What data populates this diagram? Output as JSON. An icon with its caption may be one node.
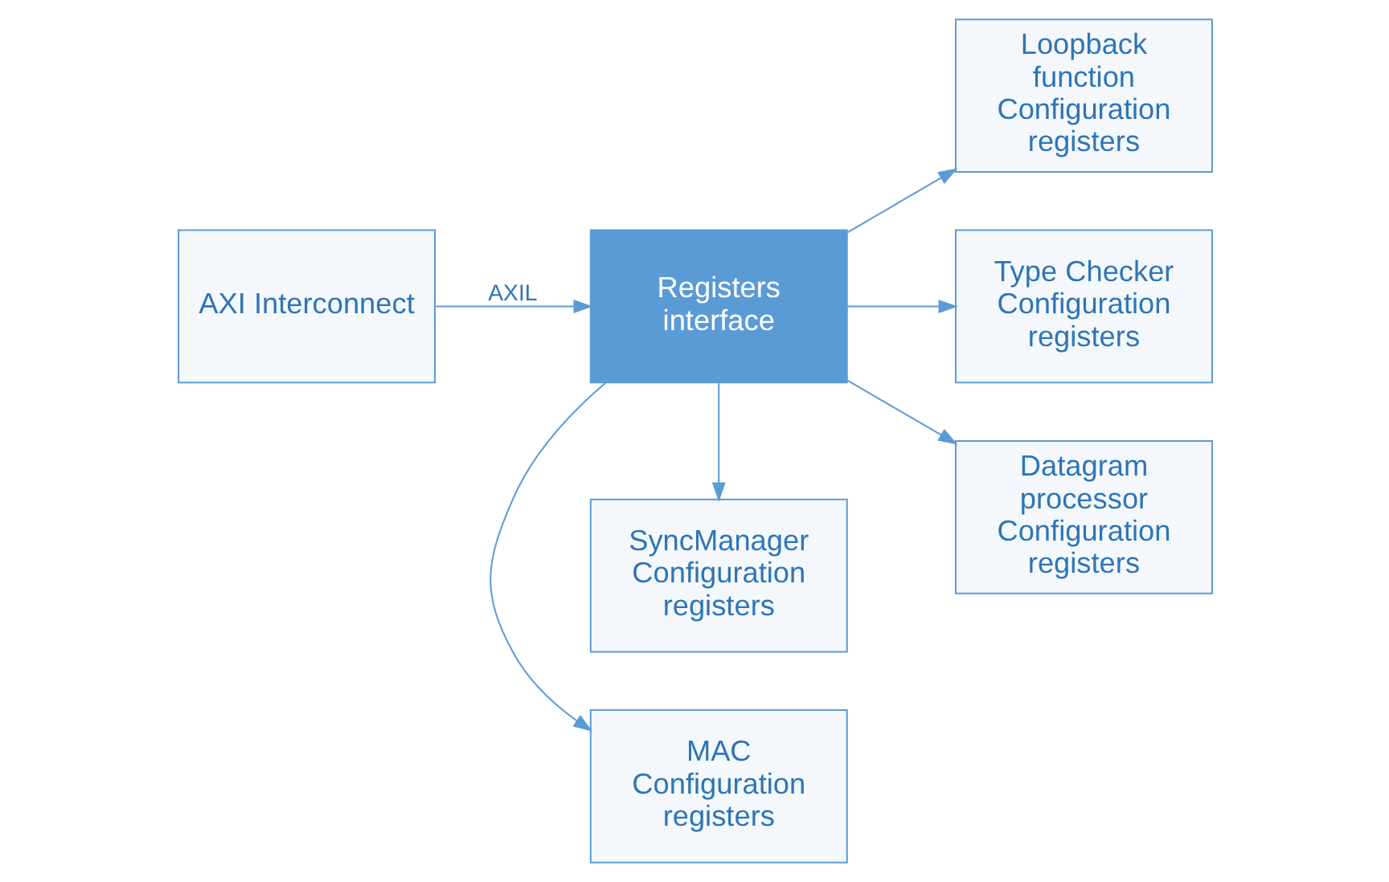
{
  "diagram": {
    "nodes": [
      {
        "text": [
          "AXI Interconnect"
        ]
      },
      {
        "text": [
          "Registers interface"
        ]
      },
      {
        "text": [
          "MAC Configuration registers"
        ]
      },
      {
        "text": [
          "Loopback function Configuration registers"
        ]
      },
      {
        "text": [
          "Type Checker Configuration registers"
        ]
      },
      {
        "text": [
          "SyncManager Configuration registers"
        ]
      },
      {
        "text": [
          "Datagram processor Configuration registers"
        ]
      }
    ],
    "edges": [
      {
        "from": 0,
        "to": 1,
        "arrow": "to",
        "label": "AXIL"
      },
      {
        "from": 1,
        "to": 2,
        "arrow": "to"
      },
      {
        "from": 1,
        "to": 3,
        "arrow": "to"
      },
      {
        "from": 1,
        "to": 4,
        "arrow": "to"
      },
      {
        "from": 1,
        "to": 5,
        "arrow": "to"
      },
      {
        "from": 1,
        "to": 6,
        "arrow": "to"
      }
    ]
  }
}
